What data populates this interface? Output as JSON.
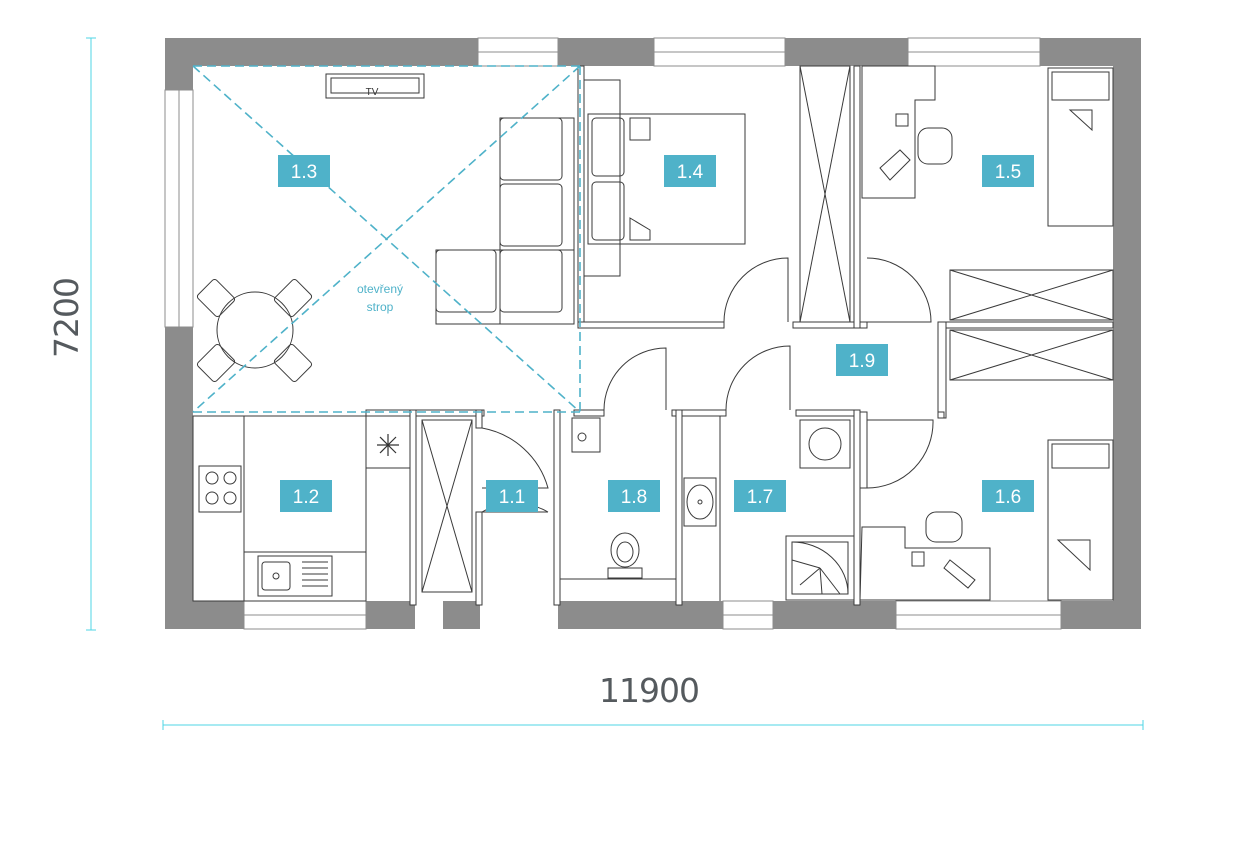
{
  "colors": {
    "wall": "#8c8c8c",
    "room_label_bg": "#4fb2c9",
    "room_label_text": "#ffffff",
    "dimension_line": "#4fd6e6",
    "dimension_text": "#555a5e",
    "open_ceiling_dash": "#4fb2c9"
  },
  "dimensions": {
    "width": "11900",
    "height": "7200"
  },
  "rooms": [
    {
      "id": "1.1",
      "label": "1.1"
    },
    {
      "id": "1.2",
      "label": "1.2"
    },
    {
      "id": "1.3",
      "label": "1.3"
    },
    {
      "id": "1.4",
      "label": "1.4"
    },
    {
      "id": "1.5",
      "label": "1.5"
    },
    {
      "id": "1.6",
      "label": "1.6"
    },
    {
      "id": "1.7",
      "label": "1.7"
    },
    {
      "id": "1.8",
      "label": "1.8"
    },
    {
      "id": "1.9",
      "label": "1.9"
    }
  ],
  "open_ceiling_note": [
    "otevřený",
    "strop"
  ],
  "tv_label": "TV",
  "icons": [
    "snowflake-icon",
    "cooktop-icon",
    "sink-icon",
    "toilet-icon",
    "washbasin-icon",
    "washing-machine-icon",
    "spiral-stair-icon",
    "dining-table-icon",
    "bed-icon",
    "sofa-icon",
    "desk-chair-icon",
    "desk-lamp-icon",
    "wardrobe-icon"
  ]
}
